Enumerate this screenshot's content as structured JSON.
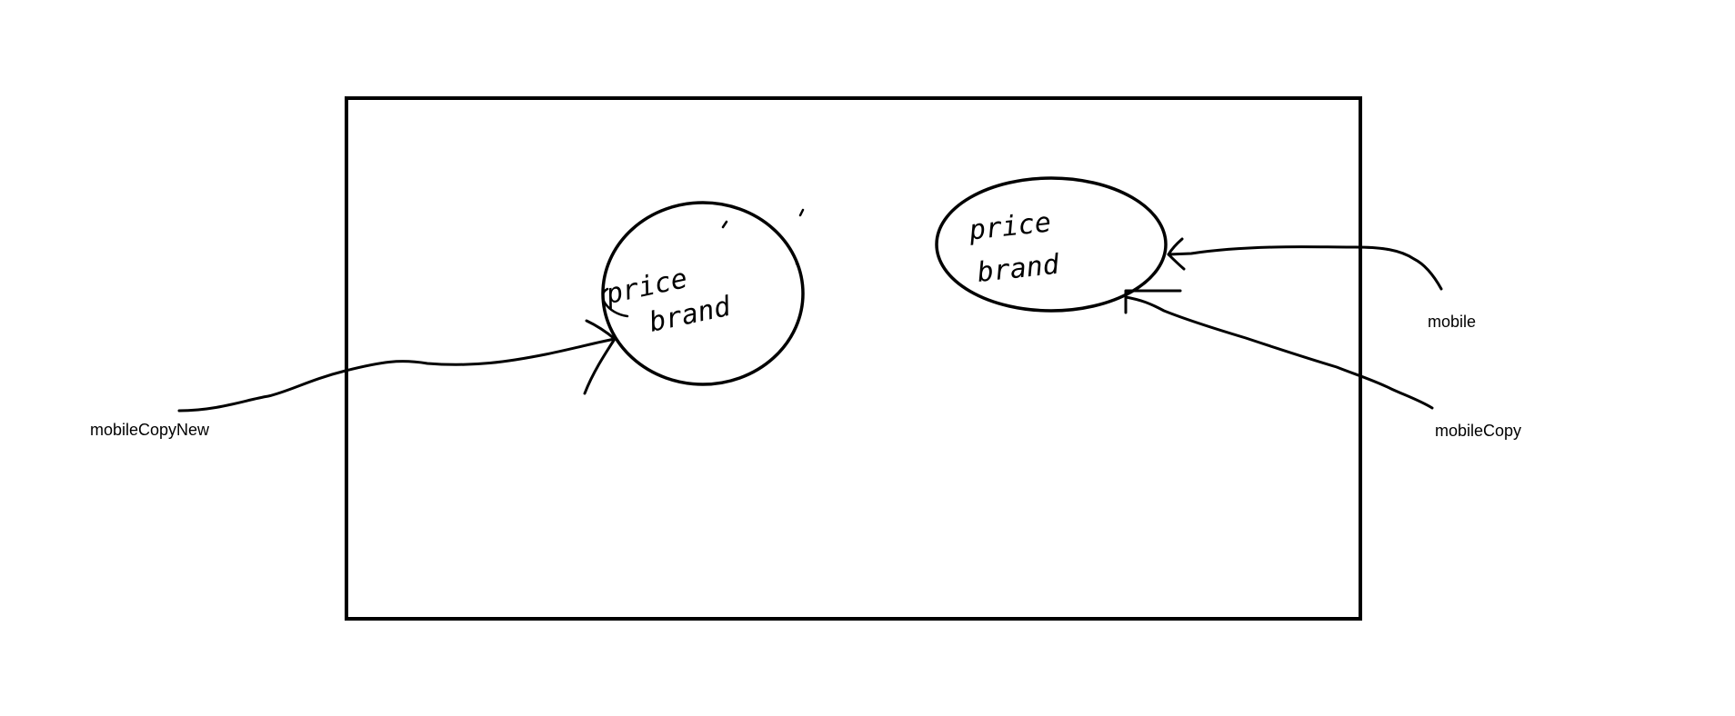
{
  "labels": {
    "left": "mobileCopyNew",
    "right_top": "mobile",
    "right_bottom": "mobileCopy"
  },
  "circles": {
    "left": {
      "line1": "price",
      "line2": "brand"
    },
    "right": {
      "line1": "price",
      "line2": "brand"
    }
  }
}
